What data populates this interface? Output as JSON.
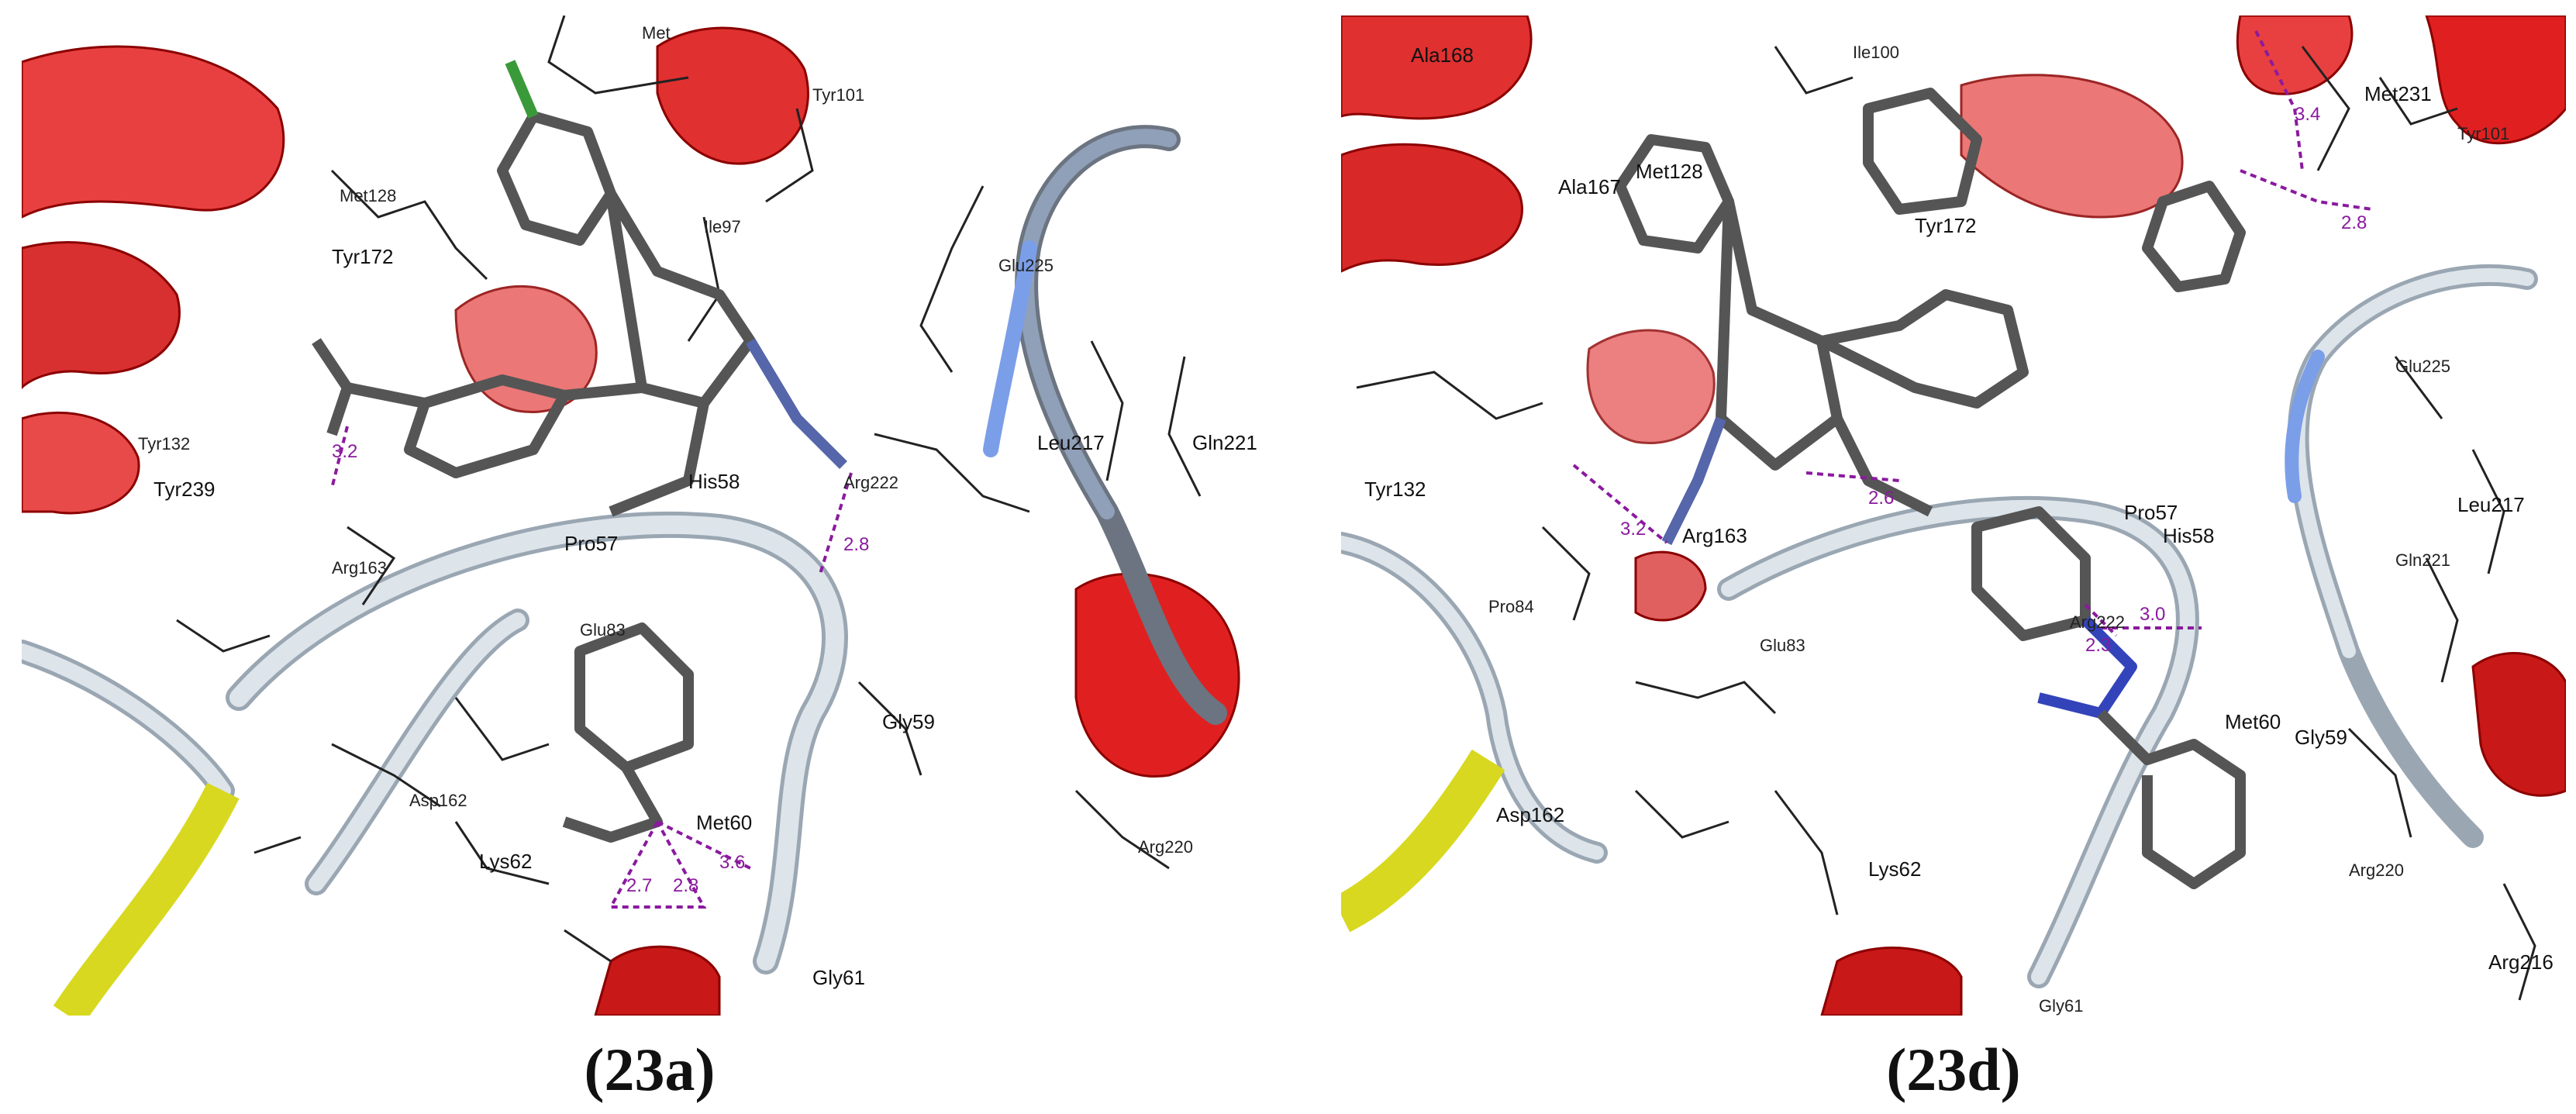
{
  "panels": [
    {
      "caption": "(23a)",
      "residues": [
        "Met",
        "Tyr101",
        "Met128",
        "Tyr172",
        "Ile97",
        "Glu225",
        "Leu217",
        "Gln221",
        "Arg222",
        "His58",
        "Pro57",
        "Tyr132",
        "Tyr239",
        "Arg163",
        "Glu83",
        "Gly59",
        "Asp162",
        "Met60",
        "Lys62",
        "Gly61",
        "Arg220"
      ],
      "distances": [
        "3.2",
        "2.8",
        "3.6",
        "2.7",
        "2.8"
      ]
    },
    {
      "caption": "(23d)",
      "residues": [
        "Ile100",
        "Met231",
        "Tyr101",
        "Ala168",
        "Ala167",
        "Met128",
        "Tyr172",
        "Glu225",
        "Tyr132",
        "Arg163",
        "His58",
        "Pro57",
        "Leu217",
        "Gln221",
        "Pro84",
        "Glu83",
        "Arg222",
        "Met60",
        "Gly59",
        "Asp162",
        "Lys62",
        "Arg220",
        "Arg216",
        "Gly61"
      ],
      "distances": [
        "3.4",
        "2.8",
        "3.2",
        "2.6",
        "3.0",
        "2.3"
      ]
    }
  ]
}
